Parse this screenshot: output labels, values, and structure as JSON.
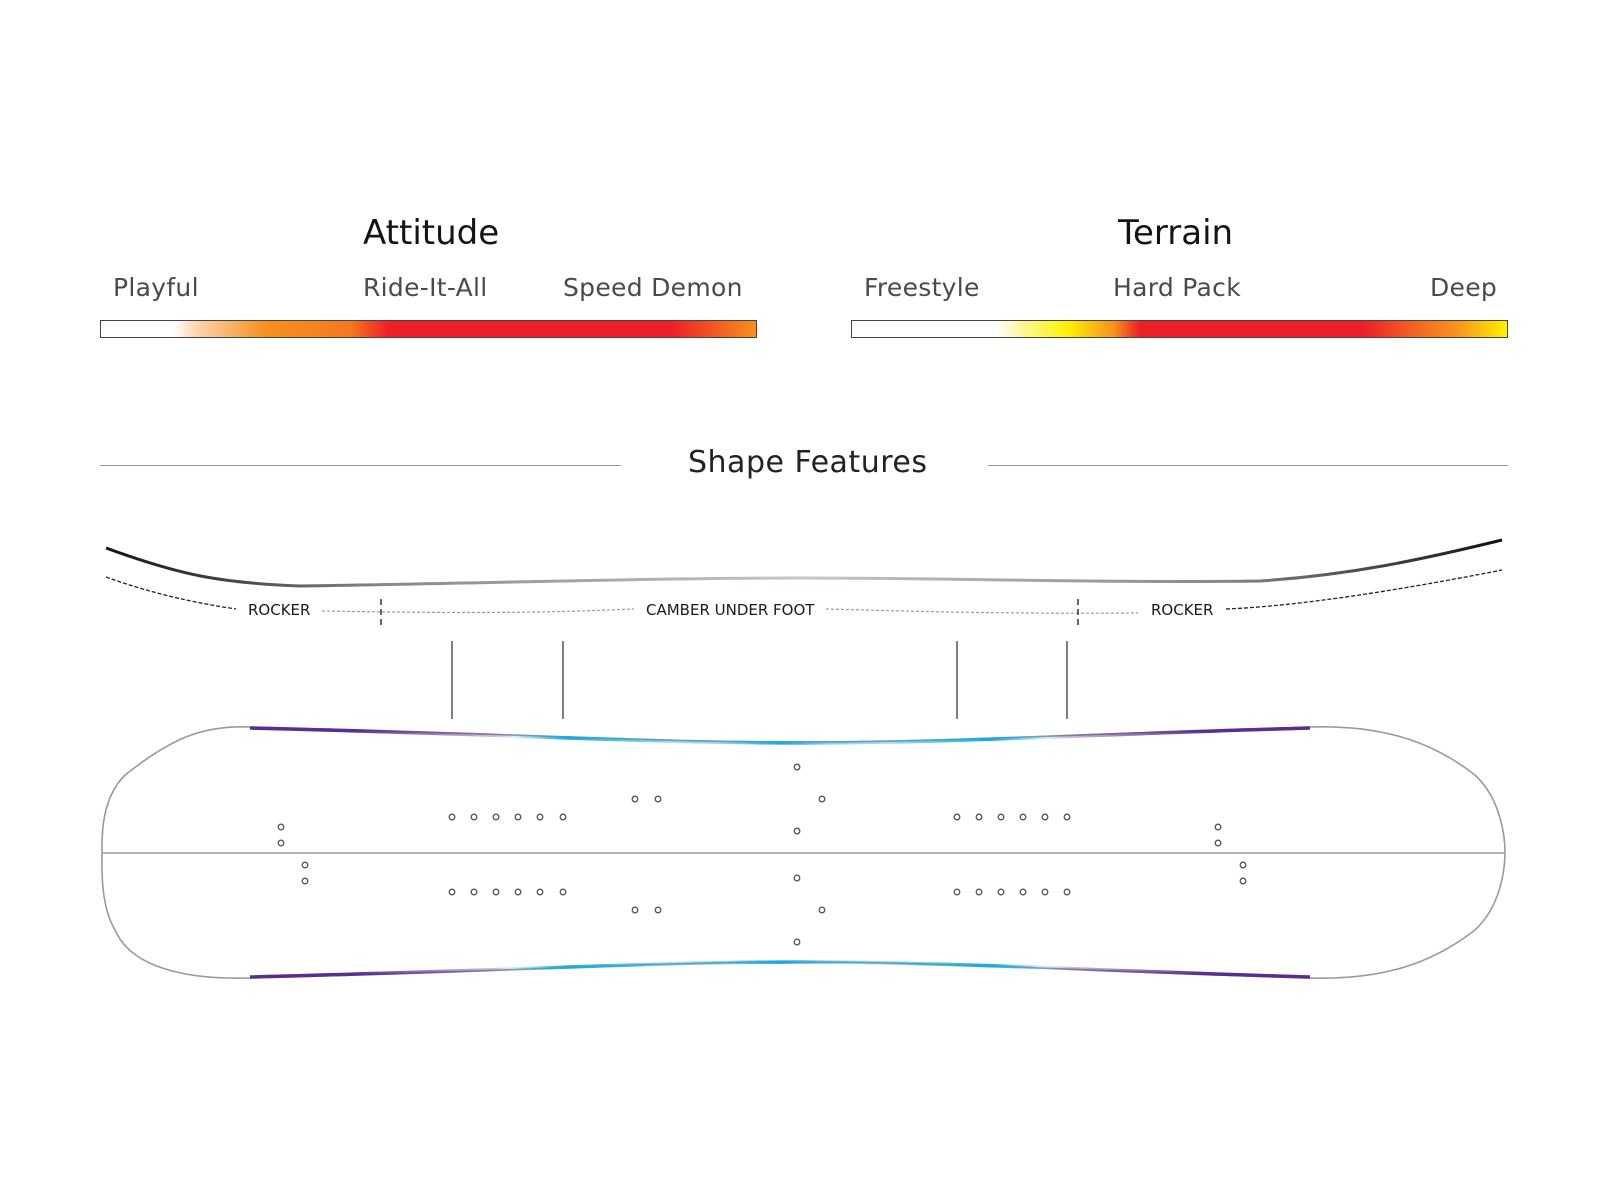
{
  "attitude": {
    "title": "Attitude",
    "labels": [
      "Playful",
      "Ride-It-All",
      "Speed Demon"
    ]
  },
  "terrain": {
    "title": "Terrain",
    "labels": [
      "Freestyle",
      "Hard Pack",
      "Deep"
    ]
  },
  "shape_features": {
    "title": "Shape Features",
    "profile_labels": {
      "left": "ROCKER",
      "center": "CAMBER UNDER FOOT",
      "right": "ROCKER"
    }
  },
  "colors": {
    "hot_red": "#ee1f26",
    "orange": "#f7901e",
    "yellow": "#fff200",
    "sidecut_blue": "#1ba7e0",
    "sidecut_purple": "#5a2d91",
    "outline_gray": "#9a9a9a"
  }
}
